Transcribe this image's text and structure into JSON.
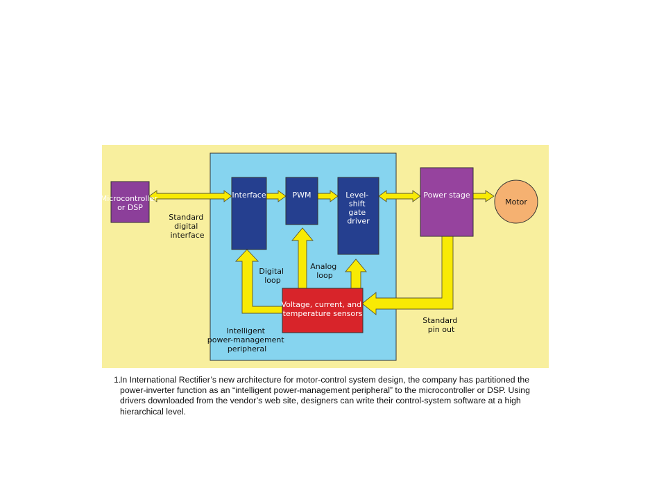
{
  "colors": {
    "background_panel": "#f8ef9e",
    "peripheral_area": "#86d4ef",
    "arrow_fill": "#f8ea04",
    "arrow_stroke": "#5a5630",
    "microcontroller_box": "#8c3f9a",
    "interface_box": "#253f8f",
    "power_stage_box": "#96439e",
    "sensors_box": "#d8242a",
    "motor_circle": "#f5b171"
  },
  "blocks": {
    "microcontroller": [
      "Microcontroller",
      "or DSP"
    ],
    "interface": "Interface",
    "pwm": "PWM",
    "level_shift": [
      "Level-",
      "shift",
      "gate",
      "driver"
    ],
    "power_stage": "Power stage",
    "motor": "Motor",
    "sensors": [
      "Voltage, current, and",
      "temperature sensors"
    ]
  },
  "labels": {
    "standard_digital_interface": [
      "Standard",
      "digital",
      "interface"
    ],
    "digital_loop": [
      "Digital",
      "loop"
    ],
    "analog_loop": [
      "Analog",
      "loop"
    ],
    "peripheral": [
      "Intelligent",
      "power-management",
      "peripheral"
    ],
    "standard_pin_out": [
      "Standard",
      "pin out"
    ]
  },
  "caption": {
    "number": "1.",
    "text": "In International Rectifier’s new architecture for motor-control system design, the company has partitioned the power-inverter function as an “intelligent power-management peripheral” to the microcontroller or DSP. Using drivers downloaded from the vendor’s web site, designers can write their control-system software at a high hierarchical level."
  }
}
